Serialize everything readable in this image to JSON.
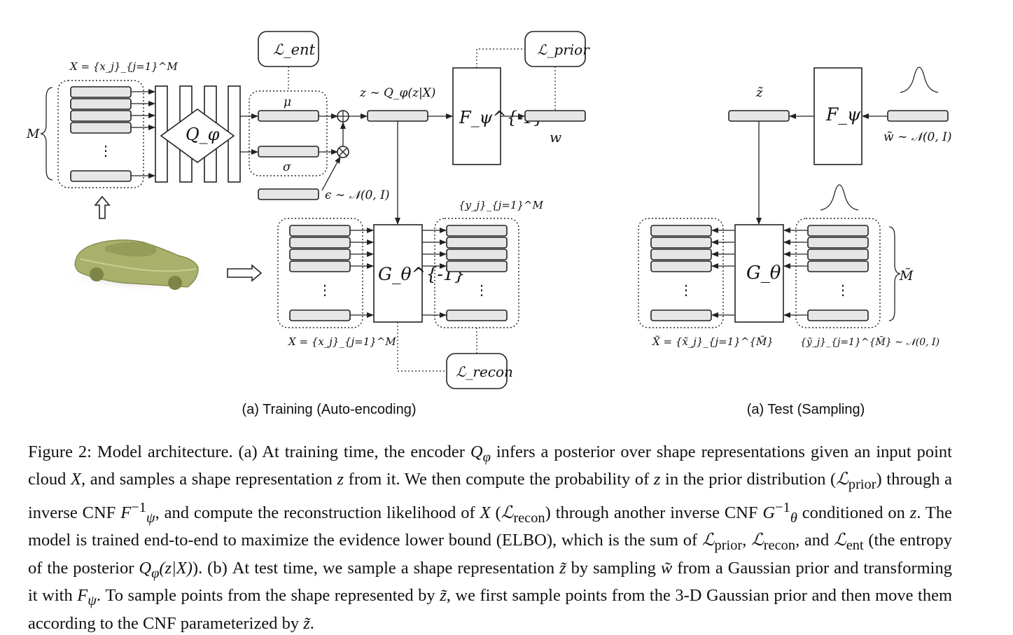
{
  "figure": {
    "training": {
      "input_set": "X = {x_j}_{j=1}^M",
      "brace_M": "M",
      "encoder": "Q_φ",
      "mu": "μ",
      "sigma": "σ",
      "epsilon": "ϵ ∼ 𝒩(0, I)",
      "z_sample": "z ∼ Q_φ(z|X)",
      "loss_ent": "ℒ_ent",
      "loss_prior": "ℒ_prior",
      "loss_recon": "ℒ_recon",
      "prior_flow": "F_ψ^{-1}",
      "w": "w",
      "point_flow": "G_θ^{-1}",
      "y_set": "{y_j}_{j=1}^M",
      "x_set_bottom": "X = {x_j}_{j=1}^M",
      "vdots": "⋮",
      "label": "(a) Training (Auto-encoding)"
    },
    "test": {
      "z_tilde": "z̃",
      "prior_flow": "F_ψ",
      "w_tilde": "w̃ ∼ 𝒩(0, I)",
      "point_flow": "G_θ",
      "x_tilde_set": "X̃ = {x̃_j}_{j=1}^{M̃}",
      "y_tilde_set": "{ỹ_j}_{j=1}^{M̃} ∼ 𝒩(0, I)",
      "brace_M_tilde": "M̃",
      "label": "(a) Test (Sampling)"
    }
  },
  "caption": {
    "s1": "Figure 2: Model architecture. (a) At training time, the encoder ",
    "s2": " infers a posterior over shape representations given an input point cloud ",
    "s3": ", and samples a shape representation ",
    "s4": " from it. We then compute the probability of ",
    "s5": " in the prior distribution (",
    "s6": ") through a inverse CNF ",
    "s7": ", and compute the reconstruction likelihood of ",
    "s8": " (",
    "s9": ") through another inverse CNF ",
    "s10": " conditioned on ",
    "s11": ". The model is trained end-to-end to maximize the evidence lower bound (ELBO), which is the sum of ",
    "s12": ", ",
    "s13": ", and ",
    "s14": " (the entropy of the posterior ",
    "s15": "). (b) At test time, we sample a shape representation ",
    "s16": " by sampling ",
    "s17": " from a Gaussian prior and transforming it with ",
    "s18": ". To sample points from the shape represented by ",
    "s19": ", we first sample points from the 3-D Gaussian prior and then move them according to the CNF parameterized by ",
    "s20": ".",
    "m_Q": "Q",
    "m_phi": "φ",
    "m_X": "X",
    "m_z": "z",
    "m_L": "ℒ",
    "m_prior": "prior",
    "m_recon": "recon",
    "m_ent": "ent",
    "m_F": "F",
    "m_psi": "ψ",
    "m_inv": "−1",
    "m_G": "G",
    "m_theta": "θ",
    "m_QzX": "(z|X)",
    "m_ztilde": "z̃",
    "m_wtilde": "w̃"
  }
}
